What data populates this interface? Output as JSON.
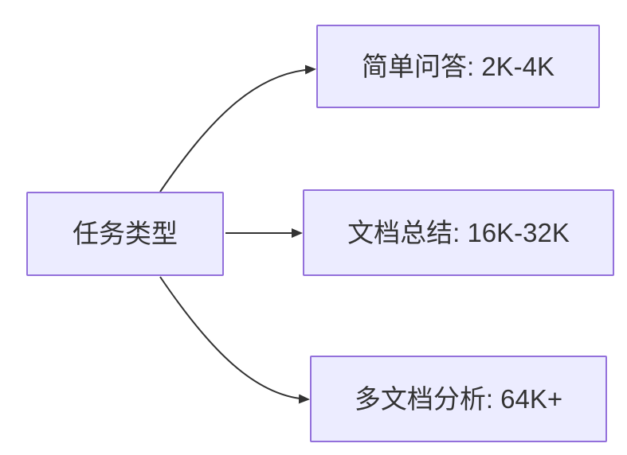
{
  "diagram": {
    "type": "flowchart",
    "direction": "LR",
    "colors": {
      "background": "#ffffff",
      "node_fill": "#ececff",
      "node_border": "#9370db",
      "edge": "#333333",
      "text": "#333333"
    },
    "nodes": {
      "root": {
        "label": "任务类型"
      },
      "branch_1": {
        "label": "简单问答: 2K-4K"
      },
      "branch_2": {
        "label": "文档总结: 16K-32K"
      },
      "branch_3": {
        "label": "多文档分析: 64K+"
      }
    },
    "edges": [
      {
        "from": "root",
        "to": "branch_1",
        "shape": "curved-up"
      },
      {
        "from": "root",
        "to": "branch_2",
        "shape": "straight"
      },
      {
        "from": "root",
        "to": "branch_3",
        "shape": "curved-down"
      }
    ]
  }
}
